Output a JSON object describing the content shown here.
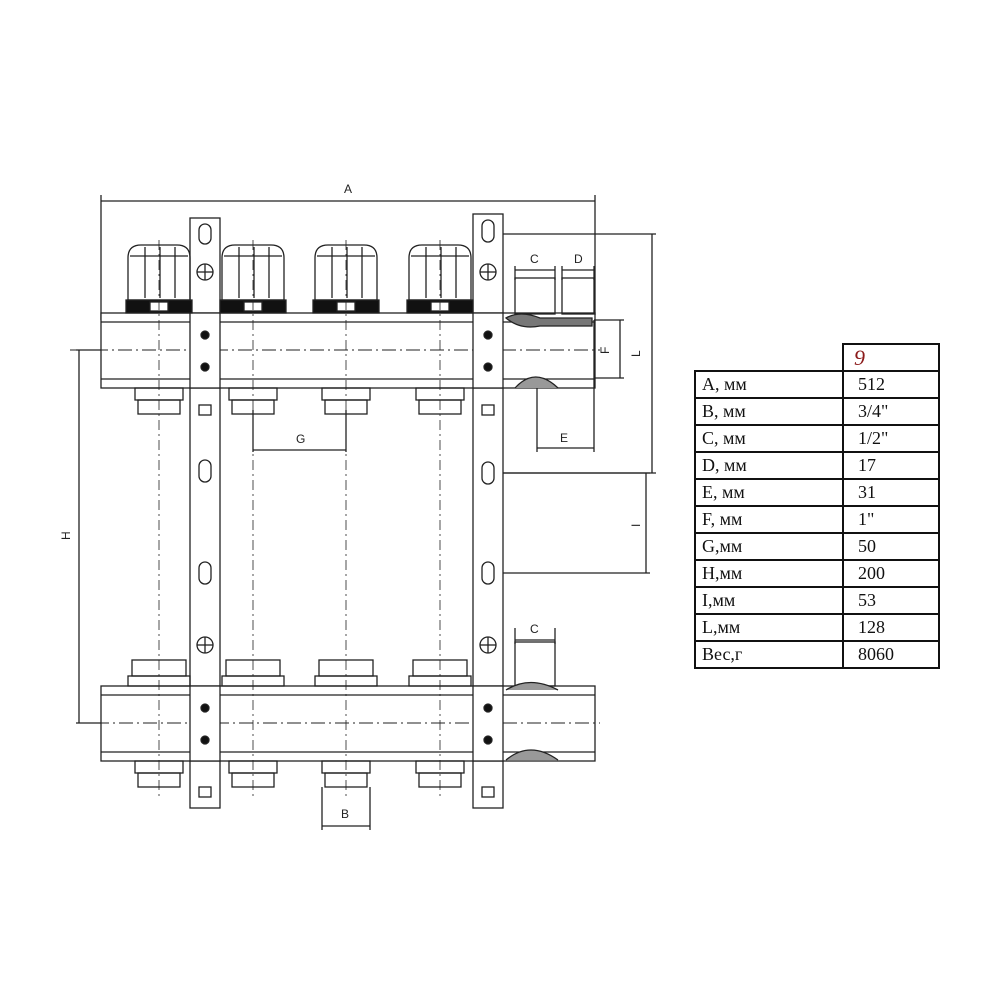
{
  "drawing": {
    "dim_labels": {
      "A": "A",
      "B": "B",
      "C_top": "C",
      "C_bottom": "C",
      "D": "D",
      "E": "E",
      "F": "F",
      "G": "G",
      "H": "H",
      "I": "I",
      "L": "L"
    }
  },
  "spec_table": {
    "model": "9",
    "rows": [
      {
        "param": "A, мм",
        "value": "512"
      },
      {
        "param": "B, мм",
        "value": "3/4\""
      },
      {
        "param": "C, мм",
        "value": "1/2\""
      },
      {
        "param": "D, мм",
        "value": "17"
      },
      {
        "param": "E, мм",
        "value": "31"
      },
      {
        "param": "F, мм",
        "value": "1\""
      },
      {
        "param": "G,мм",
        "value": "50"
      },
      {
        "param": "H,мм",
        "value": "200"
      },
      {
        "param": "I,мм",
        "value": "53"
      },
      {
        "param": "L,мм",
        "value": "128"
      },
      {
        "param": "Вес,г",
        "value": "8060"
      }
    ]
  }
}
